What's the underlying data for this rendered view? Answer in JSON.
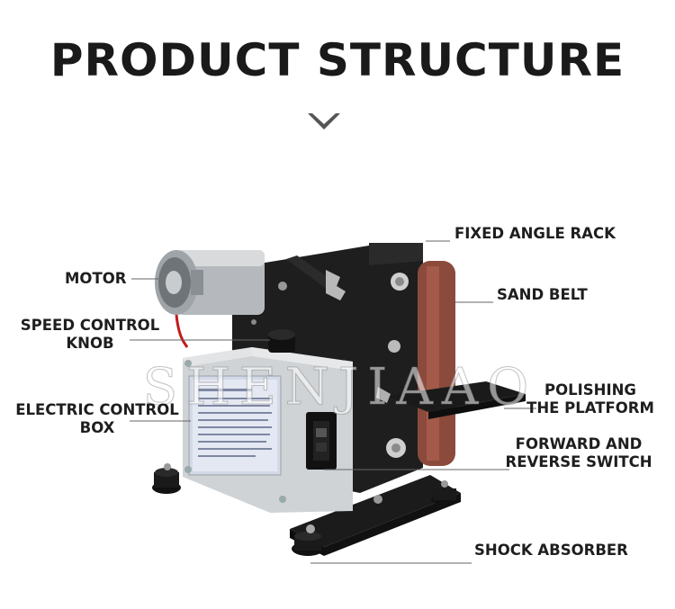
{
  "title": "PRODUCT STRUCTURE",
  "labels": {
    "fixed_angle_rack": "FIXED ANGLE RACK",
    "motor": "MOTOR",
    "sand_belt": "SAND BELT",
    "speed_knob_line1": "SPEED CONTROL",
    "speed_knob_line2": "KNOB",
    "electric_box_line1": "ELECTRIC CONTROL",
    "electric_box_line2": "BOX",
    "polishing_line1": "POLISHING",
    "polishing_line2": "THE PLATFORM",
    "switch_line1": "FORWARD AND",
    "switch_line2": "REVERSE SWITCH",
    "shock_absorber": "SHOCK ABSORBER"
  },
  "watermark": "SHENJIAAO",
  "colors": {
    "title": "#1a1a1a",
    "label": "#1e1e1e",
    "leader": "#666666",
    "belt": "#8b4a3c",
    "frame": "#1c1c1c",
    "box": "#d9dde0",
    "motor": "#b8bcc0"
  }
}
